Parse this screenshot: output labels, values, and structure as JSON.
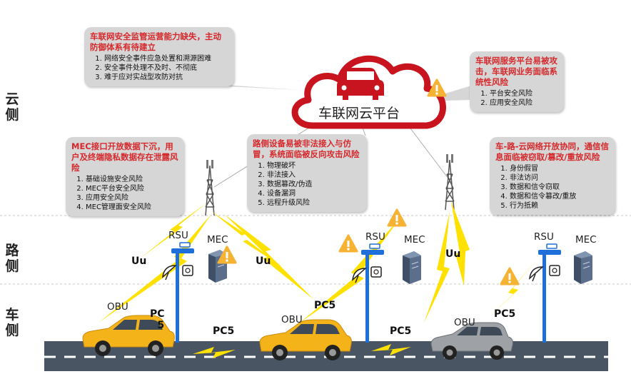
{
  "layers": {
    "cloud": "云\n侧",
    "road": "路\n侧",
    "vehicle": "车\n侧"
  },
  "cloud": {
    "title": "车联网云平台"
  },
  "callouts": {
    "cloud_ops": {
      "title": "车联网安全监管运营能力缺失，主动防御体系有待建立",
      "items": [
        "网络安全事件应急处置和溯源困难",
        "安全事件处理不及时、不彻底",
        "难于应对实战型攻防对抗"
      ]
    },
    "service_platform": {
      "title": "车联网服务平台易被攻击，车联网业务面临系统性风险",
      "items": [
        "平台安全风险",
        "应用安全风险"
      ]
    },
    "mec": {
      "title": "MEC接口开放数据下沉，用户及终端隐私数据存在泄露风险",
      "items": [
        "基础设施安全风险",
        "MEC平台安全风险",
        "应用安全风险",
        "MEC管理面安全风险"
      ]
    },
    "roadside": {
      "title": "路侧设备易被非法接入与仿冒，系统面临被反向攻击风险",
      "items": [
        "物理破坏",
        "非法接入",
        "数据篡改/伪造",
        "设备漏洞",
        "远程升级风险"
      ]
    },
    "vrc": {
      "title": "车-路-云网络开放协同，通信信息面临被窃取/篡改/重放风险",
      "items": [
        "身份假冒",
        "非法访问",
        "数据和信令窃取",
        "数据和信令篡改/重放",
        "行为抵赖"
      ]
    }
  },
  "devices": {
    "rsu": "RSU",
    "mec": "MEC",
    "obu": "OBU"
  },
  "links": {
    "uu": "Uu",
    "pc5": "PC5",
    "pc5_split": [
      "PC",
      "5"
    ]
  },
  "colors": {
    "warning": "#f5b233",
    "risk_title": "#d6282b",
    "callout_bg": "#d6d6d6",
    "car_yellow": "#f5b31a",
    "car_gray": "#9ea2a6",
    "bolt": "#ffe100",
    "road": "#4a5563",
    "pole": "#1e6fd9",
    "cloud_stroke": "#c8141e"
  }
}
